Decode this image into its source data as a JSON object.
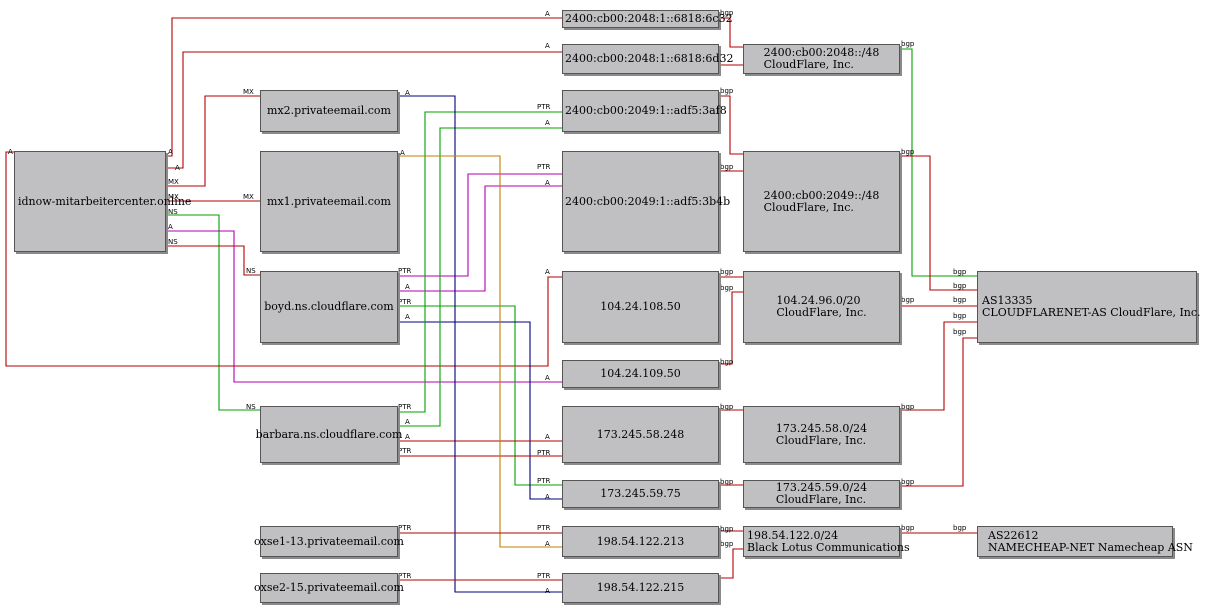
{
  "nodes": {
    "idnow": "idnow-mitarbeitercenter.online",
    "mx2": "mx2.privateemail.com",
    "mx1": "mx1.privateemail.com",
    "boyd": "boyd.ns.cloudflare.com",
    "barbara": "barbara.ns.cloudflare.com",
    "oxse1": "oxse1-13.privateemail.com",
    "oxse2": "oxse2-15.privateemail.com",
    "ip6c32": "2400:cb00:2048:1::6818:6c32",
    "ip6d32": "2400:cb00:2048:1::6818:6d32",
    "ip3af8": "2400:cb00:2049:1::adf5:3af8",
    "ip3b4b": "2400:cb00:2049:1::adf5:3b4b",
    "ip108": "104.24.108.50",
    "ip109": "104.24.109.50",
    "ip248": "173.245.58.248",
    "ip75": "173.245.59.75",
    "ip213": "198.54.122.213",
    "ip215": "198.54.122.215",
    "net2048": "2400:cb00:2048::/48\nCloudFlare, Inc.",
    "net2049": "2400:cb00:2049::/48\nCloudFlare, Inc.",
    "net104": "104.24.96.0/20\nCloudFlare, Inc.",
    "net58": "173.245.58.0/24\nCloudFlare, Inc.",
    "net59": "173.245.59.0/24\nCloudFlare, Inc.",
    "net198": "198.54.122.0/24\nBlack Lotus Communications",
    "as13335": "AS13335\nCLOUDFLARENET-AS CloudFlare, Inc.",
    "as22612": "AS22612\nNAMECHEAP-NET Namecheap ASN"
  },
  "edge_labels": {
    "a": "A",
    "mx": "MX",
    "ns": "NS",
    "ptr": "PTR",
    "bgp": "bgp"
  },
  "colors": {
    "red": "#b30000",
    "green": "#00a000",
    "magenta": "#b000b0",
    "navy": "#00007a",
    "orange": "#c08000",
    "node_fill": "#c0bfc2"
  }
}
